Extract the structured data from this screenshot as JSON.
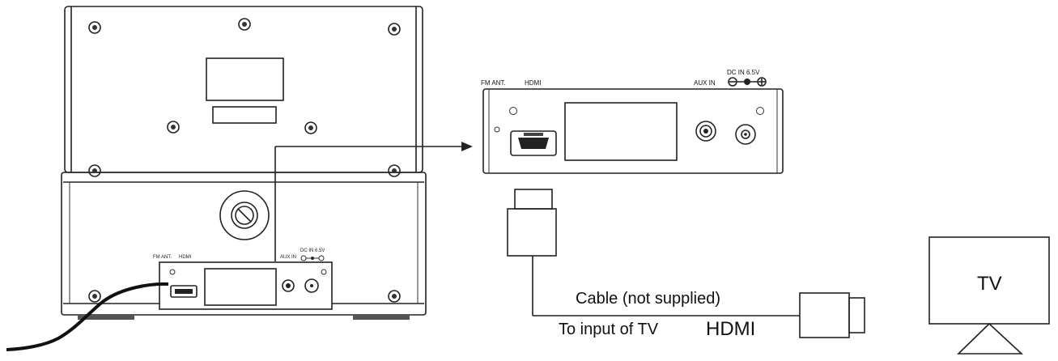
{
  "unit_labels": {
    "fm_ant_small": "FM ANT.",
    "hdmi_small": "HDMI",
    "aux_in_small": "AUX IN",
    "dc_in_small": "DC IN 6.5V"
  },
  "panel_labels": {
    "fm_ant": "FM ANT.",
    "hdmi": "HDMI",
    "aux_in": "AUX IN",
    "dc_in": "DC IN 6.5V"
  },
  "cable_caption": "Cable (not supplied)",
  "tv_input_prefix": "To   input of TV",
  "tv_input_suffix": "HDMI",
  "tv_label": "TV"
}
